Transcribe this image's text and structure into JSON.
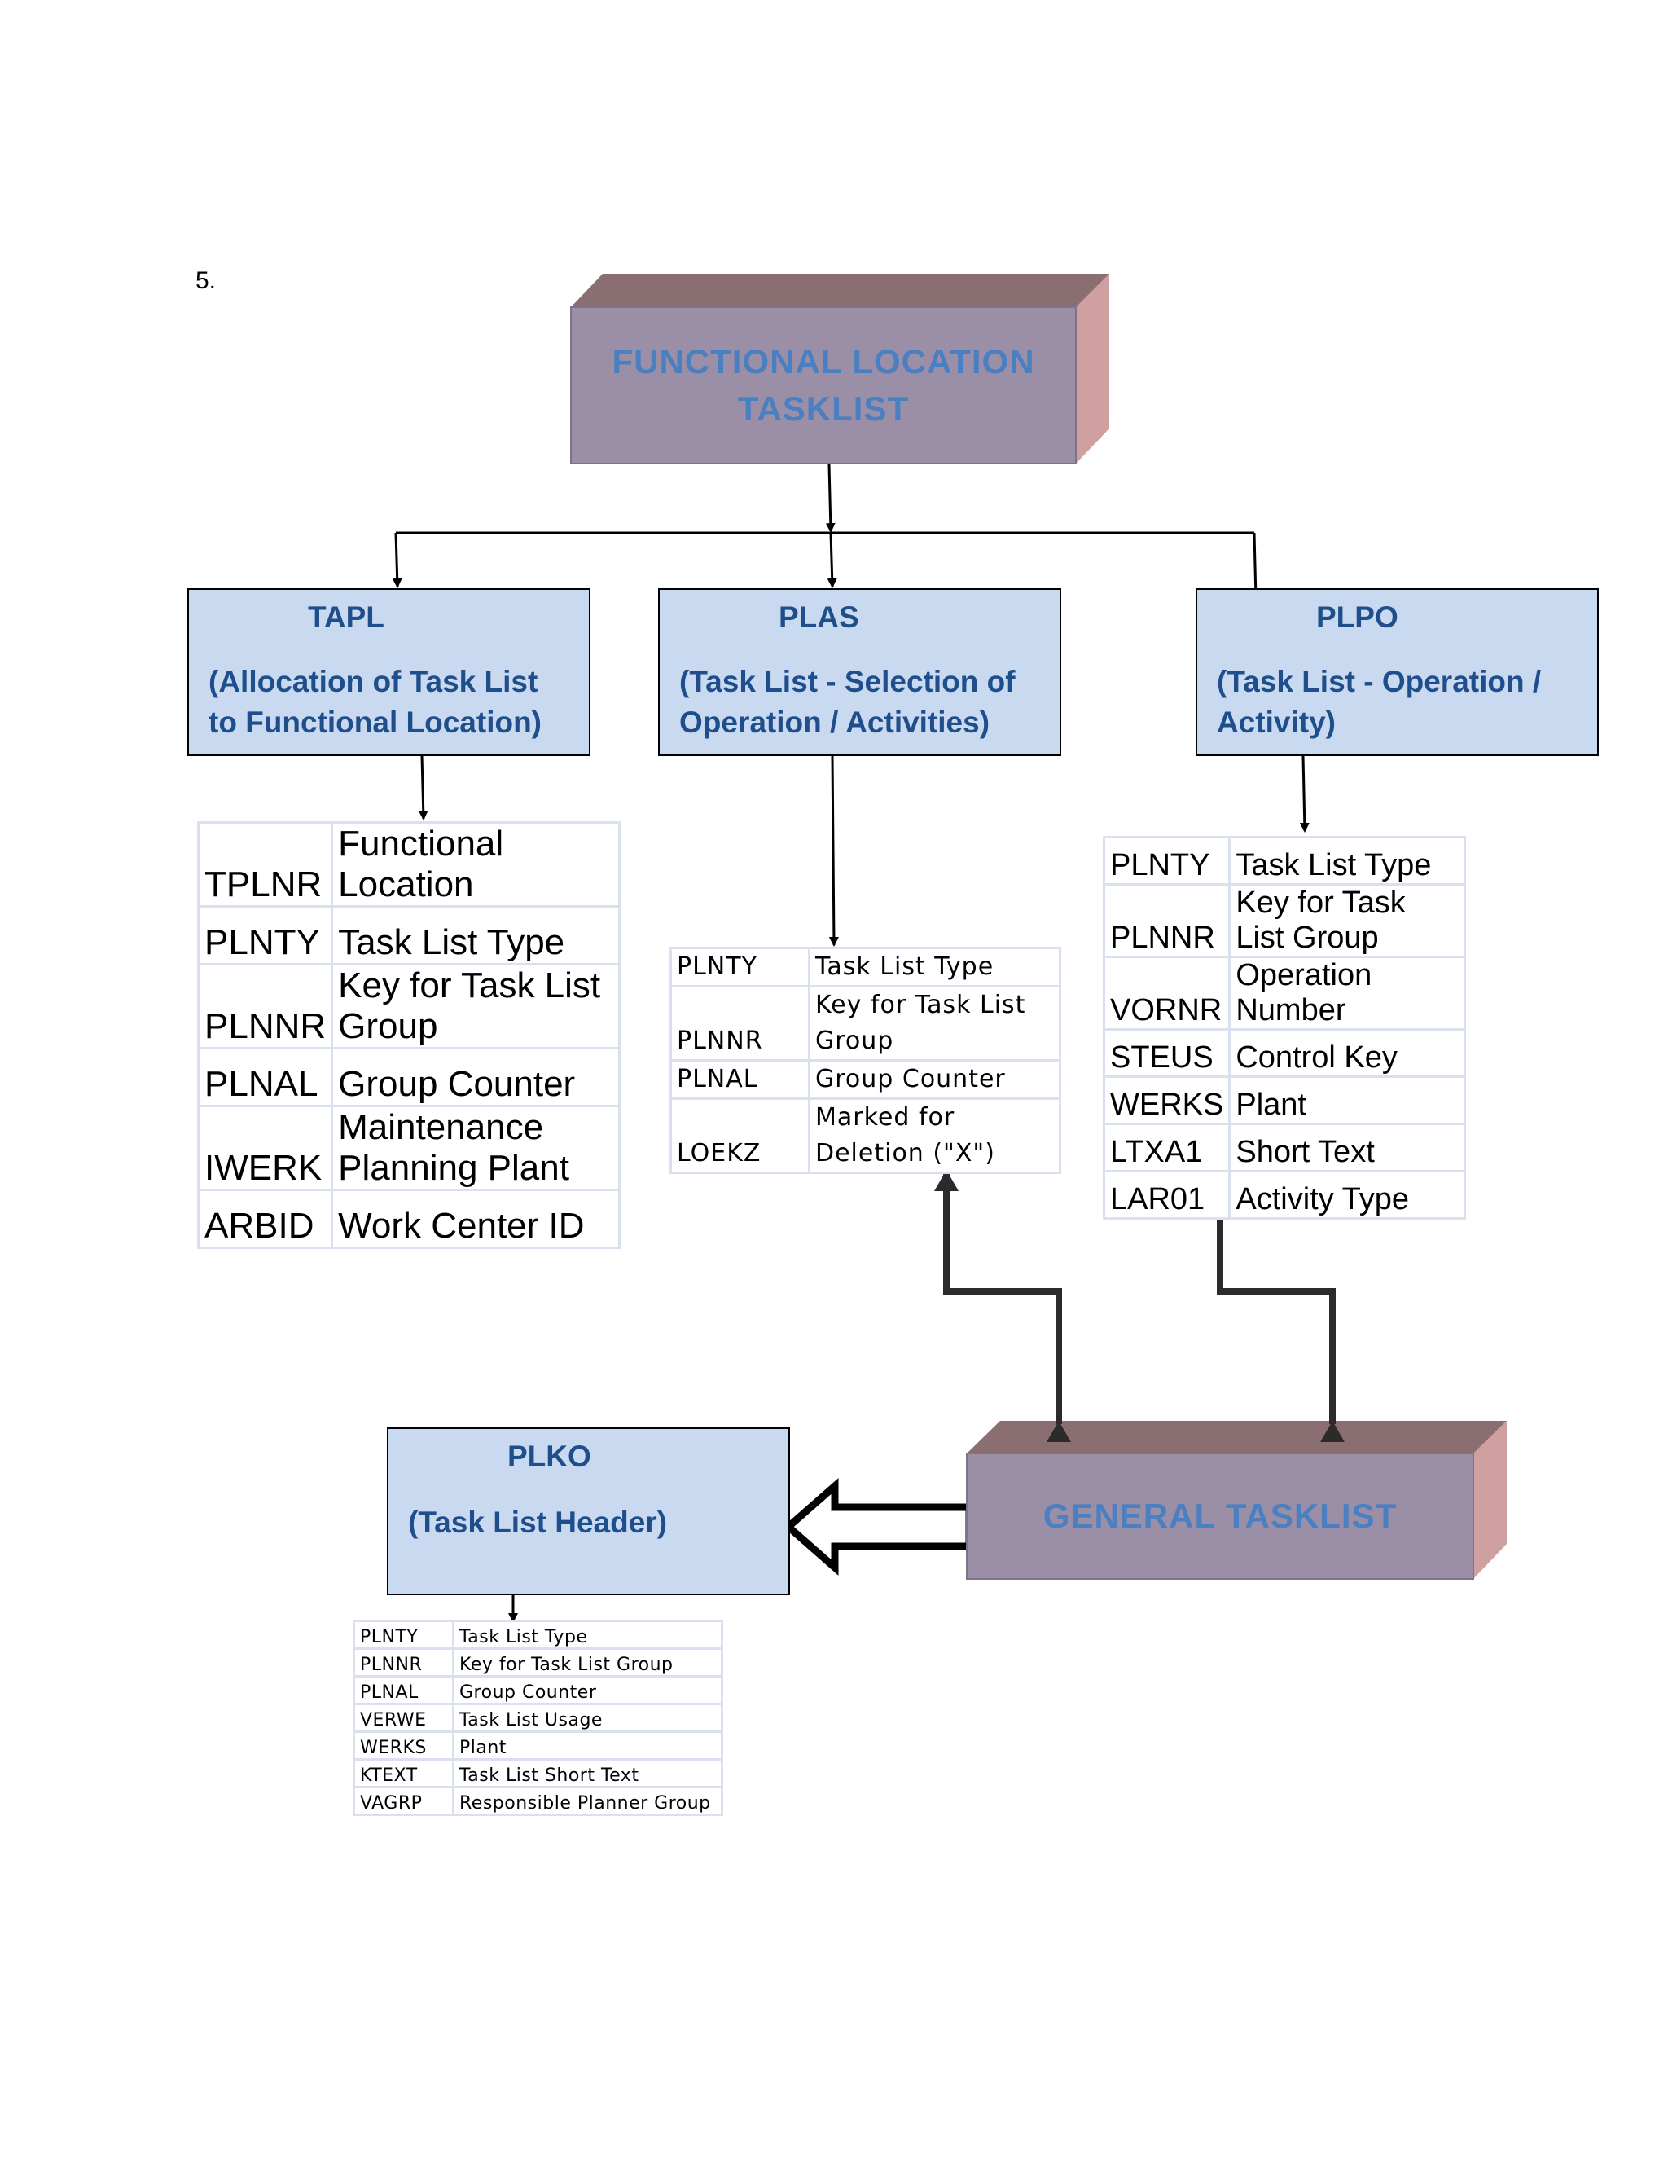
{
  "page_number": "5.",
  "functional_location_tasklist": {
    "title": "FUNCTIONAL LOCATION\nTASKLIST"
  },
  "general_tasklist": {
    "title": "GENERAL TASKLIST"
  },
  "tapl": {
    "name": "TAPL",
    "description": "(Allocation of Task List\nto Functional Location)",
    "fields": [
      {
        "code": "TPLNR",
        "label": "Functional Location"
      },
      {
        "code": "PLNTY",
        "label": "Task List Type"
      },
      {
        "code": "PLNNR",
        "label": "Key for Task List Group"
      },
      {
        "code": "PLNAL",
        "label": "Group Counter"
      },
      {
        "code": "IWERK",
        "label": "Maintenance Planning Plant"
      },
      {
        "code": "ARBID",
        "label": "Work Center ID"
      }
    ]
  },
  "plas": {
    "name": "PLAS",
    "description": "(Task List - Selection of\nOperation / Activities)",
    "fields": [
      {
        "code": "PLNTY",
        "label": "Task List Type"
      },
      {
        "code": "PLNNR",
        "label": "Key for Task List\nGroup"
      },
      {
        "code": "PLNAL",
        "label": "Group Counter"
      },
      {
        "code": "LOEKZ",
        "label": "Marked for\nDeletion (\"X\")"
      }
    ]
  },
  "plpo": {
    "name": "PLPO",
    "description": "(Task List - Operation /\nActivity)",
    "fields": [
      {
        "code": "PLNTY",
        "label": "Task List Type"
      },
      {
        "code": "PLNNR",
        "label": "Key for Task List Group"
      },
      {
        "code": "VORNR",
        "label": "Operation Number"
      },
      {
        "code": "STEUS",
        "label": "Control Key"
      },
      {
        "code": "WERKS",
        "label": "Plant"
      },
      {
        "code": "LTXA1",
        "label": "Short Text"
      },
      {
        "code": "LAR01",
        "label": "Activity Type"
      }
    ]
  },
  "plko": {
    "name": "PLKO",
    "description": "(Task List Header)",
    "fields": [
      {
        "code": "PLNTY",
        "label": "Task List Type"
      },
      {
        "code": "PLNNR",
        "label": "Key for Task List Group"
      },
      {
        "code": "PLNAL",
        "label": "Group Counter"
      },
      {
        "code": "VERWE",
        "label": "Task List Usage"
      },
      {
        "code": "WERKS",
        "label": "Plant"
      },
      {
        "code": "KTEXT",
        "label": "Task List Short Text"
      },
      {
        "code": "VAGRP",
        "label": "Responsible Planner Group"
      }
    ]
  },
  "colors": {
    "cube_front": "#9b8fa8",
    "cube_top": "#8a6e72",
    "cube_side": "#d0a0a0",
    "entity_fill": "#c9d9f0",
    "entity_text": "#1f4e8c",
    "cube_text": "#4a7fc1"
  }
}
